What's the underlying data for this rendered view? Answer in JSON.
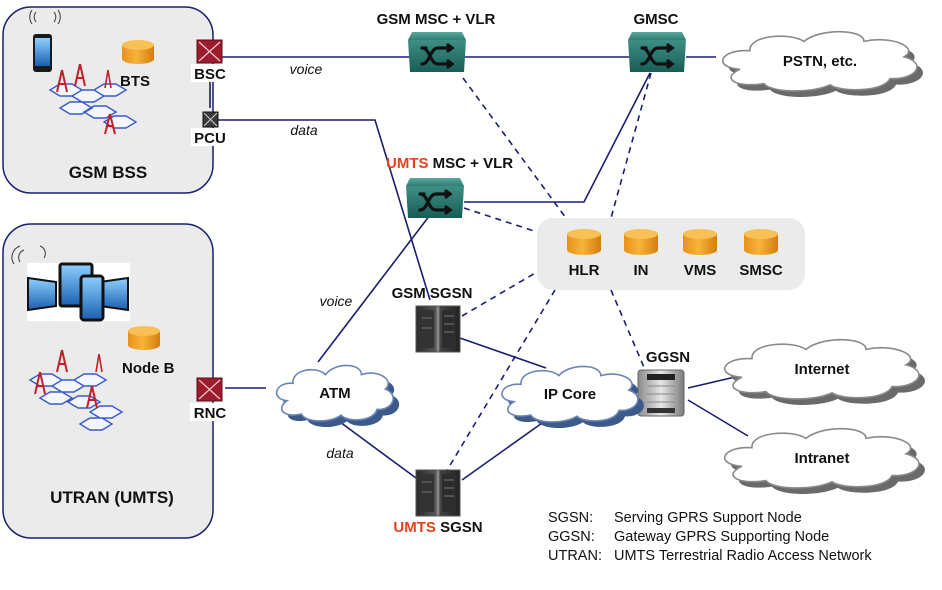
{
  "regions": {
    "gsm_bss": {
      "title": "GSM BSS",
      "bts_label": "BTS",
      "bsc_label": "BSC",
      "pcu_label": "PCU"
    },
    "utran": {
      "title": "UTRAN (UMTS)",
      "nodeb_label": "Node B",
      "rnc_label": "RNC"
    }
  },
  "core": {
    "gsm_msc": "GSM MSC + VLR",
    "gmsc": "GMSC",
    "umts_msc": {
      "prefix": "UMTS",
      "suffix": " MSC + VLR"
    },
    "gsm_sgsn": "GSM SGSN",
    "umts_sgsn": {
      "prefix": "UMTS",
      "suffix": " SGSN"
    },
    "ggsn": "GGSN",
    "databases": [
      "HLR",
      "IN",
      "VMS",
      "SMSC"
    ]
  },
  "clouds": {
    "pstn": "PSTN, etc.",
    "atm": "ATM",
    "ip_core": "IP Core",
    "internet": "Internet",
    "intranet": "Intranet"
  },
  "link_labels": {
    "bsc_voice": "voice",
    "pcu_data": "data",
    "atm_voice": "voice",
    "atm_data": "data"
  },
  "legend": [
    {
      "abbr": "SGSN:",
      "desc": "Serving GPRS Support Node"
    },
    {
      "abbr": "GGSN:",
      "desc": "Gateway GPRS Supporting Node"
    },
    {
      "abbr": "UTRAN:",
      "desc": "UMTS Terrestrial Radio Access Network"
    }
  ],
  "colors": {
    "umts_accent": "#e8401c",
    "link": "#1a1f6e",
    "switch": "#1f6b63",
    "database": "#f0a21a",
    "controller": "#9b1c2c"
  }
}
